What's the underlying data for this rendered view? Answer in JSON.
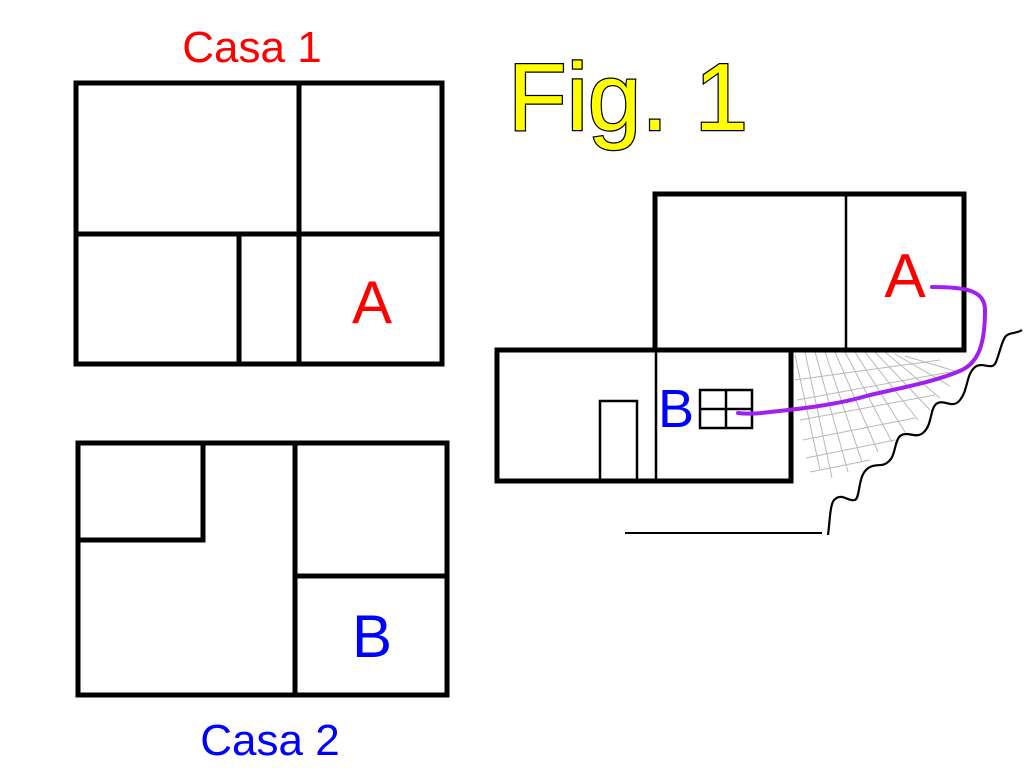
{
  "title": "Fig. 1",
  "house1": {
    "caption": "Casa 1",
    "room_label": "A"
  },
  "house2": {
    "caption": "Casa 2",
    "room_label": "B"
  },
  "section": {
    "label_a": "A",
    "label_b": "B"
  },
  "colors": {
    "red": "#ff0000",
    "blue": "#0000ff",
    "title_fill": "#ffff00",
    "path": "#a020f0",
    "line": "#000000",
    "hatch": "#b0b0b0"
  }
}
